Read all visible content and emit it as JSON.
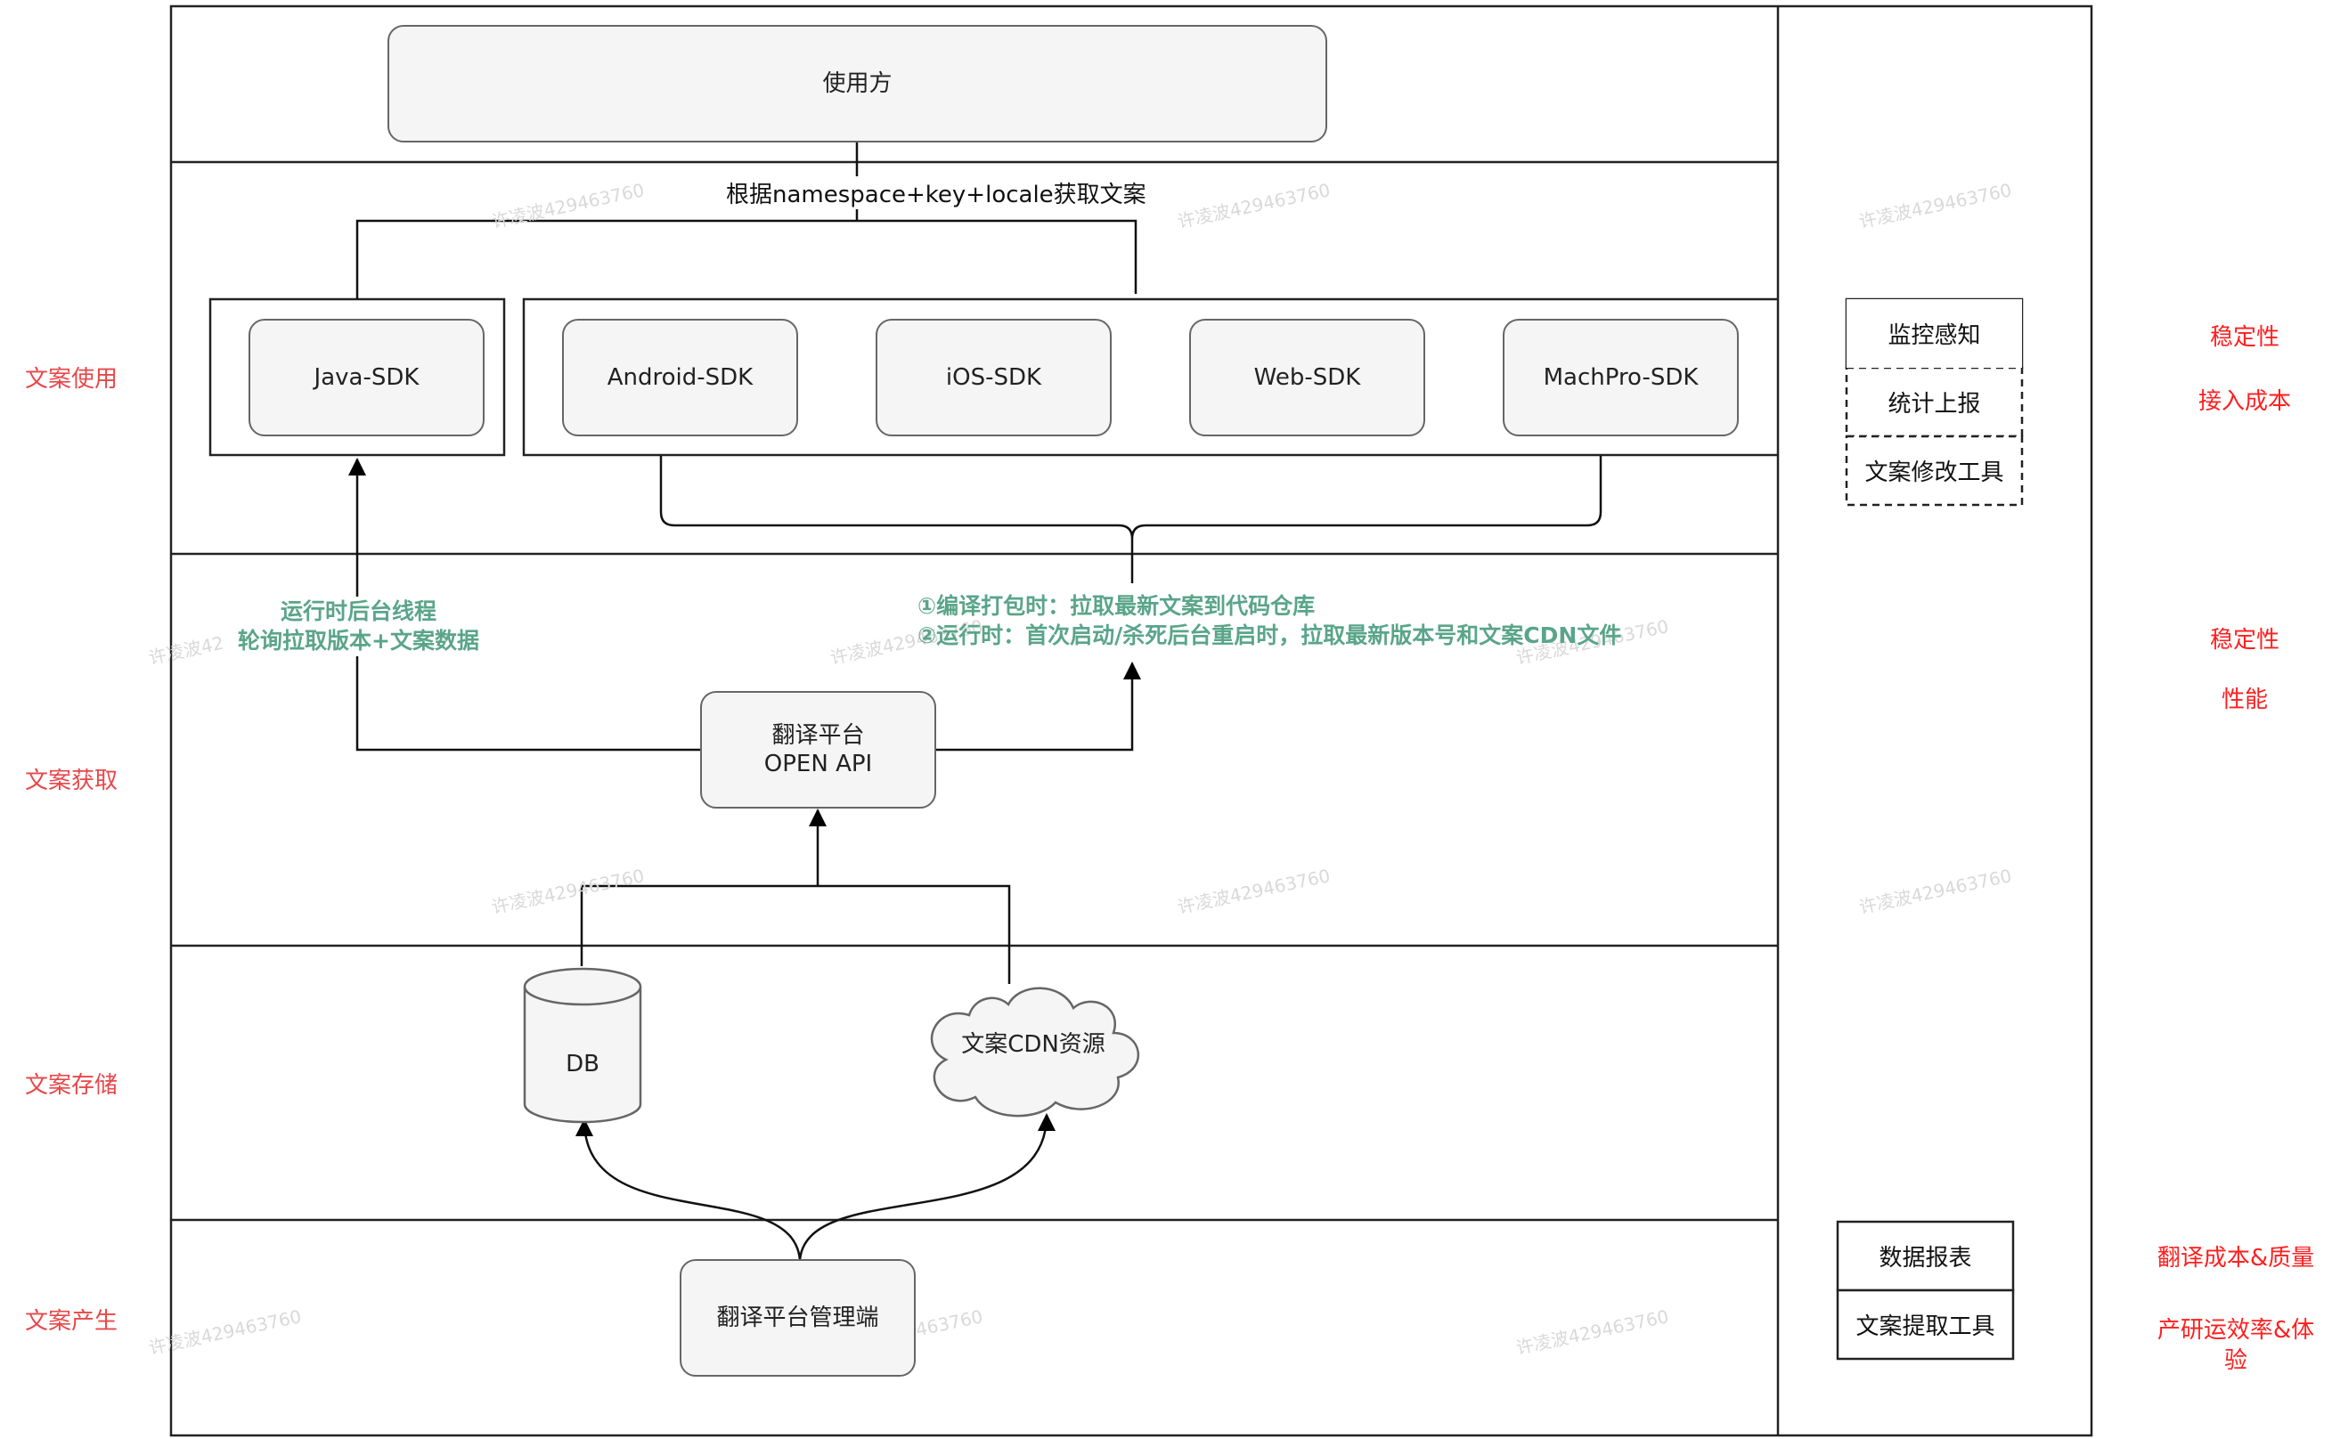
{
  "lanes": [
    {
      "label": "文案使用"
    },
    {
      "label": "文案获取"
    },
    {
      "label": "文案存储"
    },
    {
      "label": "文案产生"
    }
  ],
  "nodes": {
    "consumer": "使用方",
    "java_sdk": "Java-SDK",
    "android_sdk": "Android-SDK",
    "ios_sdk": "iOS-SDK",
    "web_sdk": "Web-SDK",
    "machpro_sdk": "MachPro-SDK",
    "open_api": "翻译平台\nOPEN API",
    "db": "DB",
    "cdn": "文案CDN资源",
    "admin": "翻译平台管理端"
  },
  "edge_labels": {
    "fetch_rule": "根据namespace+key+locale获取文案",
    "java_polling": "运行时后台线程\n轮询拉取版本+文案数据",
    "client_fetch": "①编译打包时：拉取最新文案到代码仓库\n②运行时：首次启动/杀死后台重启时，拉取最新版本号和文案CDN文件"
  },
  "side_tools": {
    "monitor": "监控感知",
    "stats": "统计上报",
    "editor": "文案修改工具",
    "report": "数据报表",
    "extract": "文案提取工具"
  },
  "goals": {
    "usage_1": "稳定性",
    "usage_2": "接入成本",
    "fetch_1": "稳定性",
    "fetch_2": "性能",
    "produce_1": "翻译成本&质量",
    "produce_2": "产研运效率&体验"
  },
  "watermark": "许凌波429463760",
  "colors": {
    "lane_label": "#e8474a",
    "goal": "#ff1f1f",
    "note_green": "#5aa58a",
    "node_fill": "#f5f5f5",
    "node_border": "#666666"
  }
}
